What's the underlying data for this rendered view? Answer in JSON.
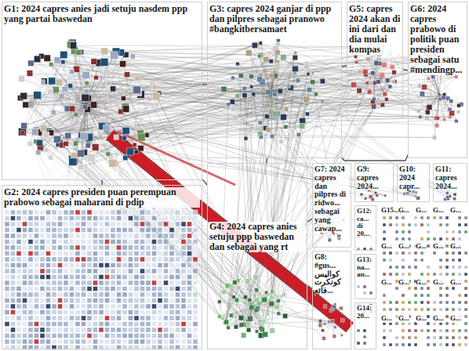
{
  "diagram": {
    "nodes": [
      {
        "text": [
          "G1: 2024 capres anies jadi setuju nasdem ppp yang partai baswedan"
        ]
      },
      {
        "text": [
          "G2: 2024 capres presiden puan perempuan prabowo sebagai maharani di pdip"
        ]
      },
      {
        "text": [
          "G3: capres 2024 ganjar di ppp dan pilpres sebagai pranowo #bangkitbersamaet"
        ]
      },
      {
        "text": [
          "G4: 2024 capres anies setuju ppp baswedan dan sebagai yang rt"
        ]
      },
      {
        "text": [
          "G5: capres 2024 akan di ini dari dan dia mulai kompas"
        ]
      },
      {
        "text": [
          "G6: 2024 capres prabowo di politik puan presiden sebagai satu #mendingp..."
        ]
      },
      {
        "text": [
          "G7: 2024 capres dan pilpres di ridwo... sebagai yang cawap..."
        ]
      },
      {
        "text": [
          "G8: #gus... كواليس كونكرت فائع..."
        ]
      },
      {
        "text": [
          "G9: capres 2024..."
        ]
      },
      {
        "text": [
          "G10: 2024 capr..."
        ]
      },
      {
        "text": [
          "G11: capres 2024..."
        ]
      },
      {
        "text": [
          "G12: ca... di 20..."
        ]
      },
      {
        "text": [
          "G13: na... an..."
        ]
      },
      {
        "text": [
          "G14: 20..."
        ]
      }
    ],
    "edges": [
      {
        "from": 0,
        "to": 2,
        "arrow": "none"
      },
      {
        "from": 0,
        "to": 3,
        "arrow": "none"
      },
      {
        "from": 0,
        "to": 1,
        "arrow": "none"
      },
      {
        "from": 2,
        "to": 3,
        "arrow": "none"
      },
      {
        "from": 2,
        "to": 4,
        "arrow": "none"
      },
      {
        "from": 2,
        "to": 5,
        "arrow": "none"
      },
      {
        "from": 4,
        "to": 5,
        "arrow": "none"
      },
      {
        "from": 3,
        "to": 6,
        "arrow": "none"
      },
      {
        "from": 3,
        "to": 7,
        "arrow": "none"
      }
    ],
    "labels": [
      "G15...",
      "G...",
      "G...",
      "G...",
      "G...",
      "G...",
      "G...",
      "G...",
      "G...",
      "G...",
      "G...",
      "G...",
      "G...",
      "G...",
      "G...",
      "G...",
      "G...",
      "G...",
      "G...",
      "G..."
    ]
  }
}
